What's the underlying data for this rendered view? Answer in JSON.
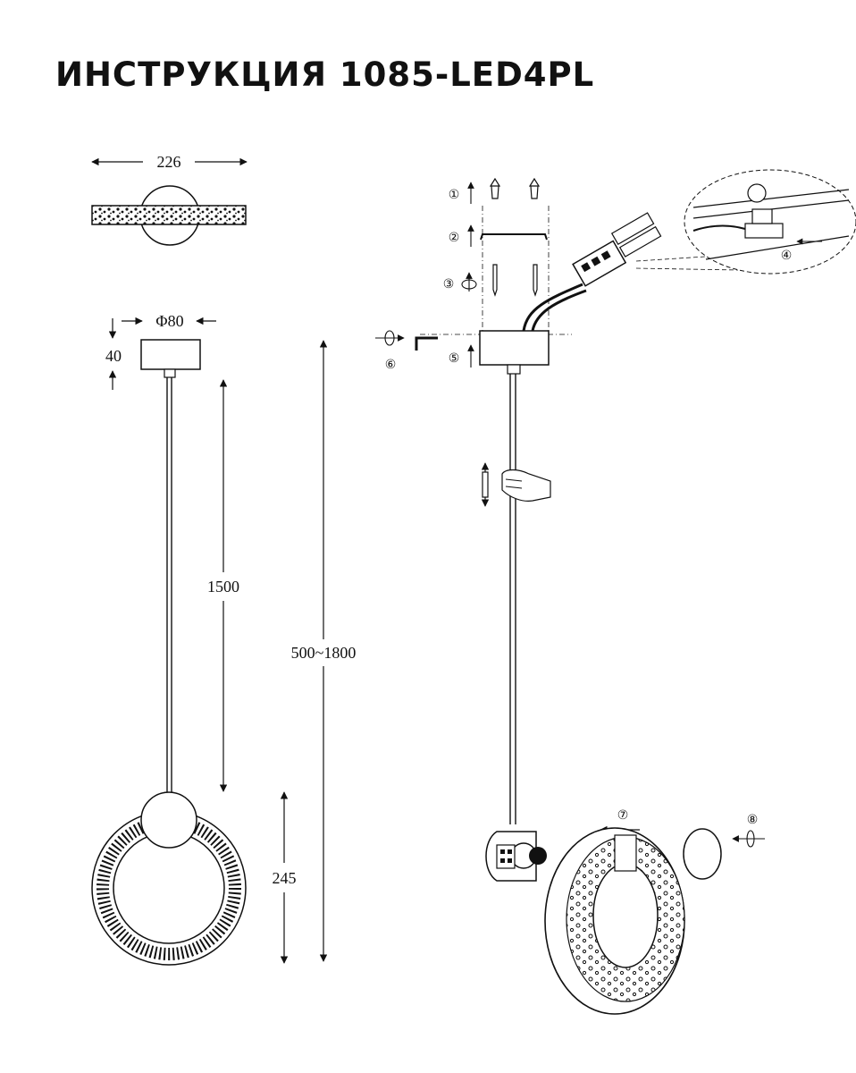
{
  "title": "ИНСТРУКЦИЯ 1085-LED4PL",
  "dimensions": {
    "width_top": "226",
    "diameter": "Φ80",
    "base_height": "40",
    "rod_length": "1500",
    "adjust_range": "500~1800",
    "ring_height": "245"
  },
  "steps": [
    "①",
    "②",
    "③",
    "④",
    "⑤",
    "⑥",
    "⑦",
    "⑧"
  ],
  "colors": {
    "line": "#111111",
    "fill_light": "#f4f4f4",
    "fill_dark": "#2a2a2a"
  }
}
